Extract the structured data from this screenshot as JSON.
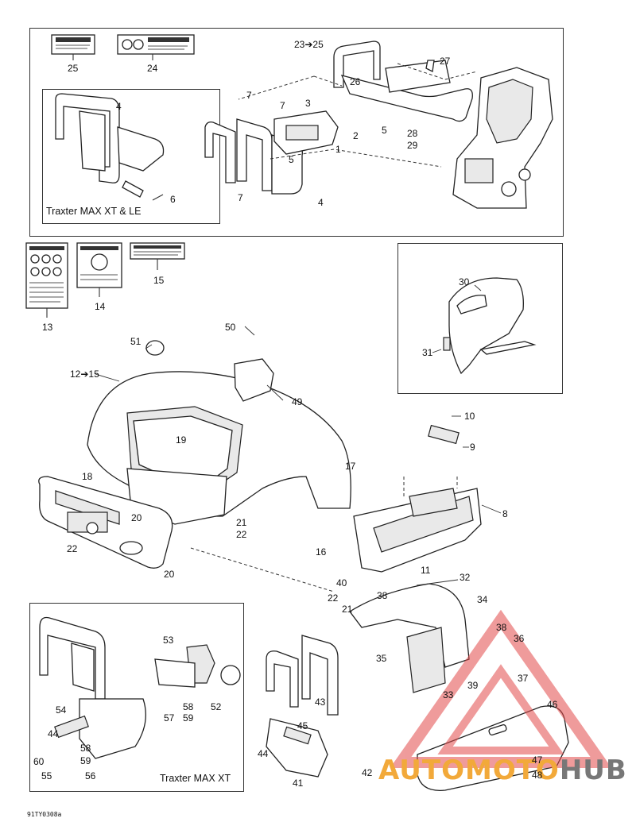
{
  "diagram": {
    "captions": {
      "top_inset": "Traxter MAX XT & LE",
      "bottom_inset": "Traxter MAX XT"
    },
    "reference_code": "91TY0308a",
    "watermark": {
      "part1": "AUTO",
      "part2": "MOTO",
      "part3": "HUB"
    },
    "callouts": [
      "25",
      "24",
      "23➔25",
      "26",
      "27",
      "4",
      "7",
      "3",
      "2",
      "1",
      "5",
      "28",
      "29",
      "6",
      "7",
      "5",
      "4",
      "7",
      "13",
      "14",
      "15",
      "30",
      "31",
      "51",
      "50",
      "12➔15",
      "49",
      "19",
      "10",
      "9",
      "17",
      "8",
      "18",
      "21",
      "22",
      "20",
      "22",
      "16",
      "40",
      "11",
      "20",
      "32",
      "22",
      "21",
      "38",
      "34",
      "38",
      "36",
      "35",
      "33",
      "39",
      "37",
      "53",
      "52",
      "58",
      "59",
      "57",
      "54",
      "44",
      "58",
      "59",
      "60",
      "55",
      "56",
      "43",
      "45",
      "44",
      "41",
      "42",
      "46",
      "47",
      "48"
    ]
  }
}
